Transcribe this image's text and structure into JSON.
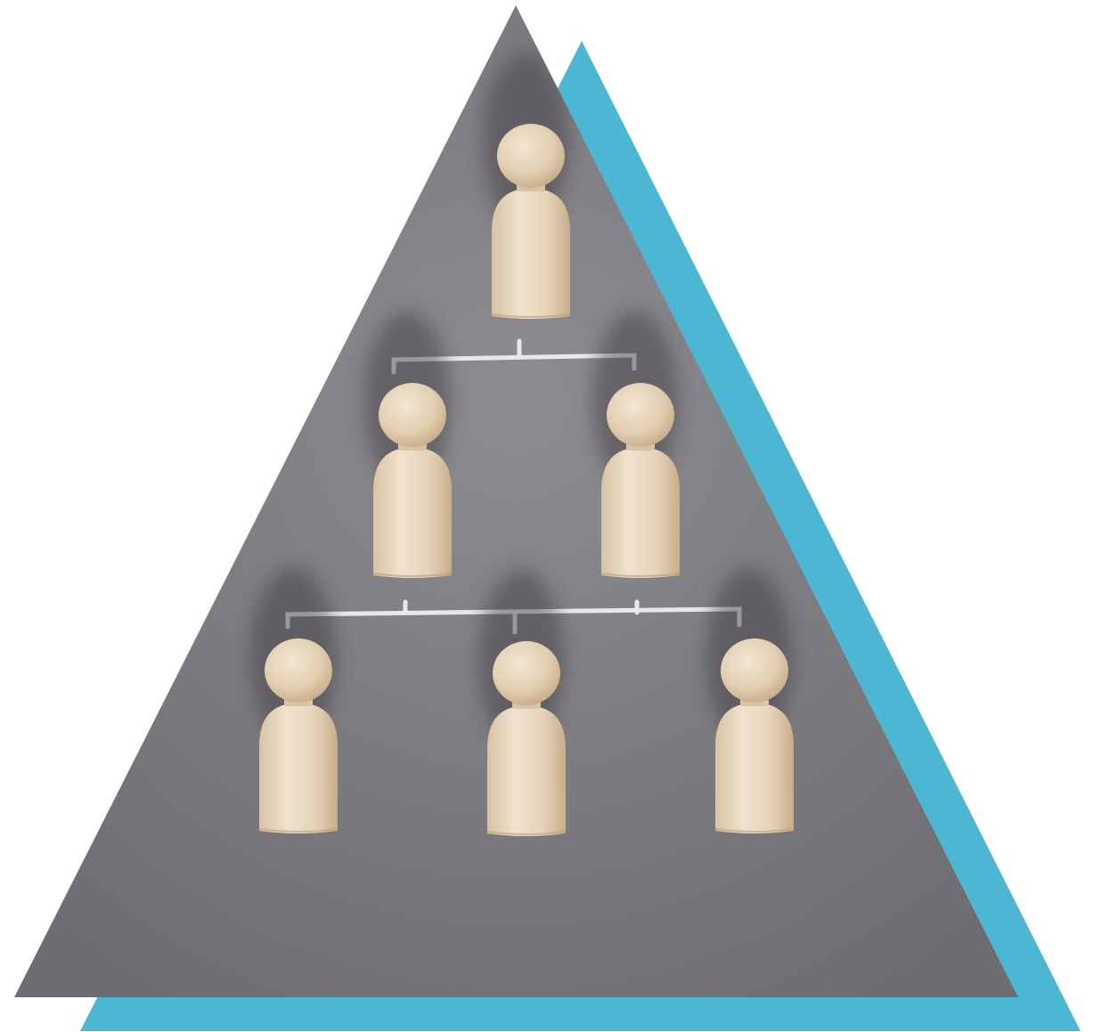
{
  "image": {
    "subject": "wooden-peg-figures-hierarchy",
    "figure_count": 6,
    "rows": [
      1,
      2,
      3
    ]
  },
  "colors": {
    "background": "#ffffff",
    "accent_triangle": "#4db7d3",
    "board_light": "#8c8b8e",
    "board_dark": "#6f6e72",
    "wood_light": "#efe2cf",
    "wood_mid": "#e2cfb3",
    "wood_dark": "#c9b08f",
    "chalk": "#f2f2f2"
  }
}
